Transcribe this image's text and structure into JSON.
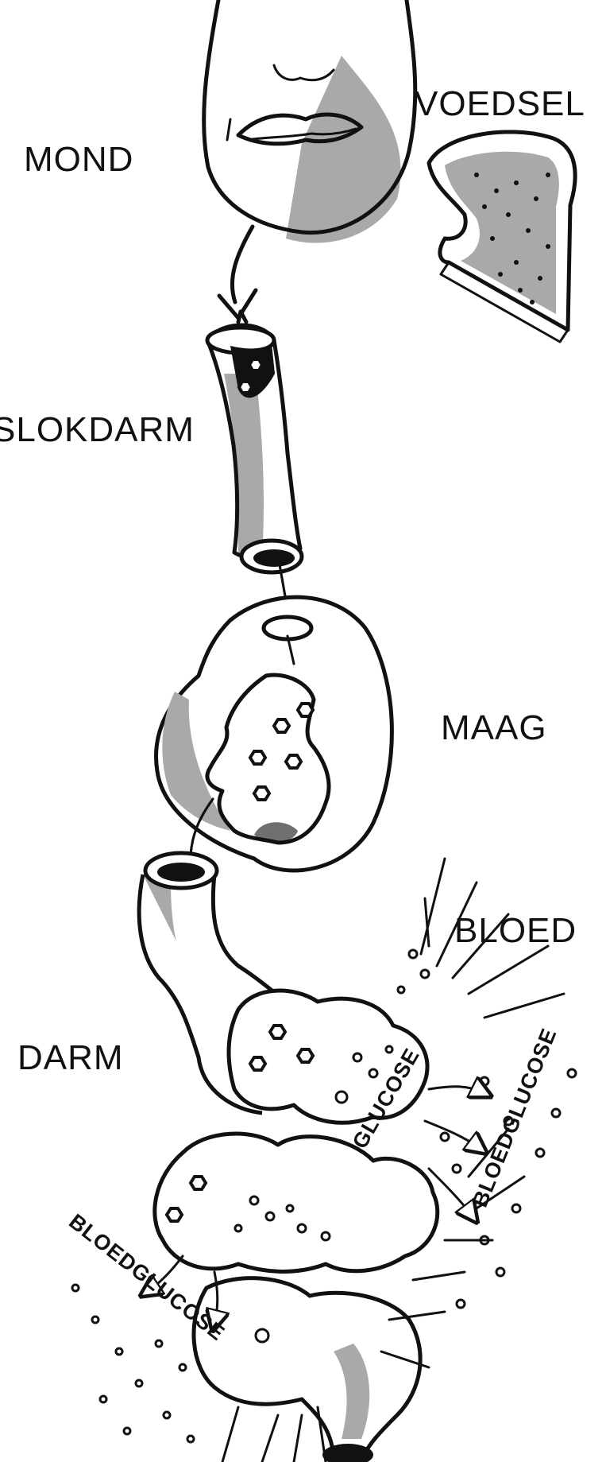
{
  "labels": {
    "mouth": "MOND",
    "food": "VOEDSEL",
    "esophagus": "SLOKDARM",
    "stomach": "MAAG",
    "blood": "BLOED",
    "intestine": "DARM",
    "glucose": "GLUCOSE",
    "blood_glucose_right": "BLOEDGLUCOSE",
    "blood_glucose_left": "BLOEDGLUCOSE"
  },
  "colors": {
    "ink": "#111111",
    "shading": "#a9a9a9",
    "background": "#ffffff"
  }
}
